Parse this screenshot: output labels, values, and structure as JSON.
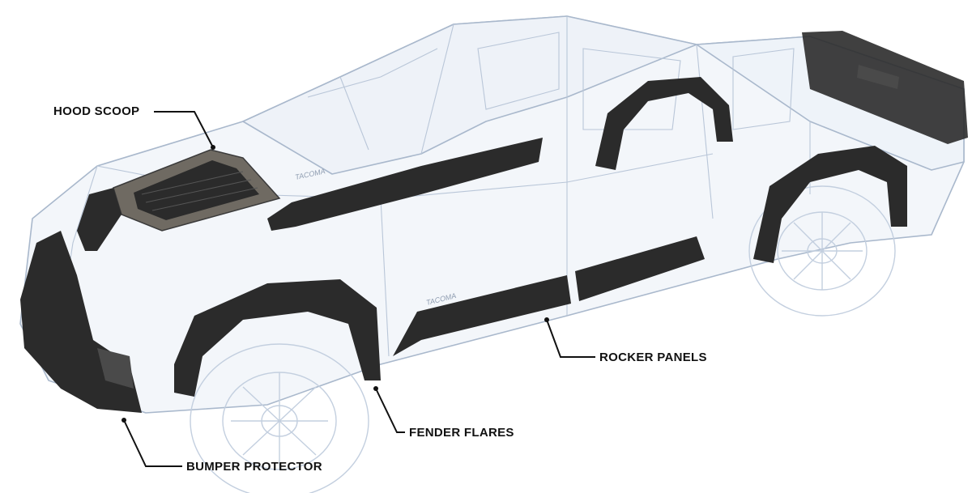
{
  "callouts": {
    "hood_scoop": "HOOD SCOOP",
    "rocker_panels": "ROCKER PANELS",
    "fender_flares": "FENDER FLARES",
    "bumper_protector": "BUMPER PROTECTOR"
  },
  "badge_text": "TACOMA",
  "colors": {
    "body_outline": "#a9b8cc",
    "body_fill": "#f3f6fa",
    "accessory": "#2b2b2b",
    "accessory_highlight": "#4a4a4a",
    "hood_scoop_fill": "#6f6a62",
    "leader_line": "#111111"
  }
}
